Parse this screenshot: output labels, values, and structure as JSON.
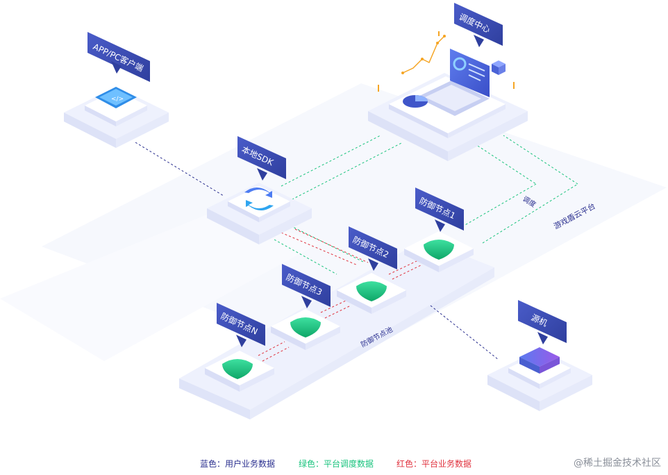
{
  "labels": {
    "client": "APP/PC客户端",
    "sdk": "本地SDK",
    "dispatch_center": "调度中心",
    "node1": "防御节点1",
    "node2": "防御节点2",
    "node3": "防御节点3",
    "nodeN": "防御节点N",
    "origin": "源机",
    "dispatch_edge": "调度",
    "cloud_platform": "游戏盾云平台",
    "node_pool": "防御节点池"
  },
  "legend": {
    "blue": "蓝色：用户业务数据",
    "green": "绿色：平台调度数据",
    "red": "红色：平台业务数据"
  },
  "watermark": "@稀土掘金技术社区",
  "colors": {
    "blue": "#2a2f8f",
    "green": "#19c37d",
    "red": "#e0323e",
    "tag": "#3d4fb8"
  }
}
